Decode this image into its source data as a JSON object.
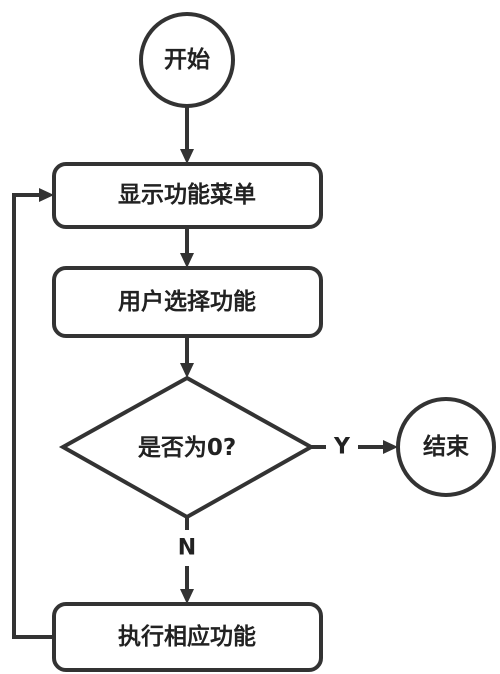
{
  "nodes": {
    "start": {
      "label": "开始",
      "shape": "circle"
    },
    "show_menu": {
      "label": "显示功能菜单",
      "shape": "rounded-rect"
    },
    "user_select": {
      "label": "用户选择功能",
      "shape": "rounded-rect"
    },
    "decision": {
      "label": "是否为0?",
      "shape": "diamond"
    },
    "end": {
      "label": "结束",
      "shape": "circle"
    },
    "execute": {
      "label": "执行相应功能",
      "shape": "rounded-rect"
    }
  },
  "edges": {
    "yes_label": "Y",
    "no_label": "N"
  },
  "colors": {
    "stroke": "#333333",
    "fill": "#ffffff",
    "text": "#222222"
  }
}
